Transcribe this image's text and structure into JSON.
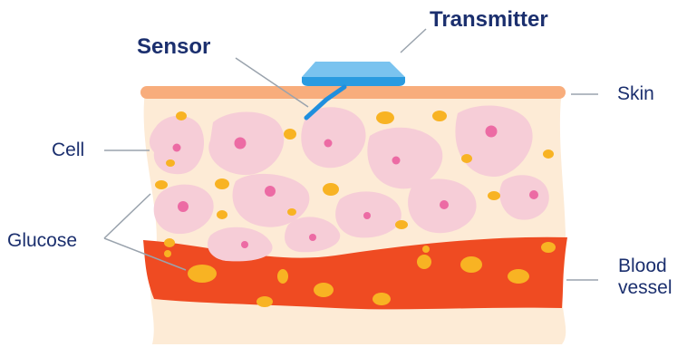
{
  "labels": {
    "transmitter": "Transmitter",
    "sensor": "Sensor",
    "skin": "Skin",
    "cell": "Cell",
    "glucose": "Glucose",
    "blood_line1": "Blood",
    "blood_line2": "vessel"
  },
  "colors": {
    "label_text": "#1b2f6e",
    "leader_line": "#9aa3ad",
    "skin_layer": "#f8ad7c",
    "tissue": "#fdebd6",
    "cell_fill": "#f6cdd7",
    "cell_nucleus": "#ec6ba4",
    "glucose": "#f8b323",
    "blood_vessel": "#ef4b22",
    "transmitter_top": "#7ac3ef",
    "transmitter_base": "#2a9be0",
    "sensor_wire": "#1f8fde"
  }
}
